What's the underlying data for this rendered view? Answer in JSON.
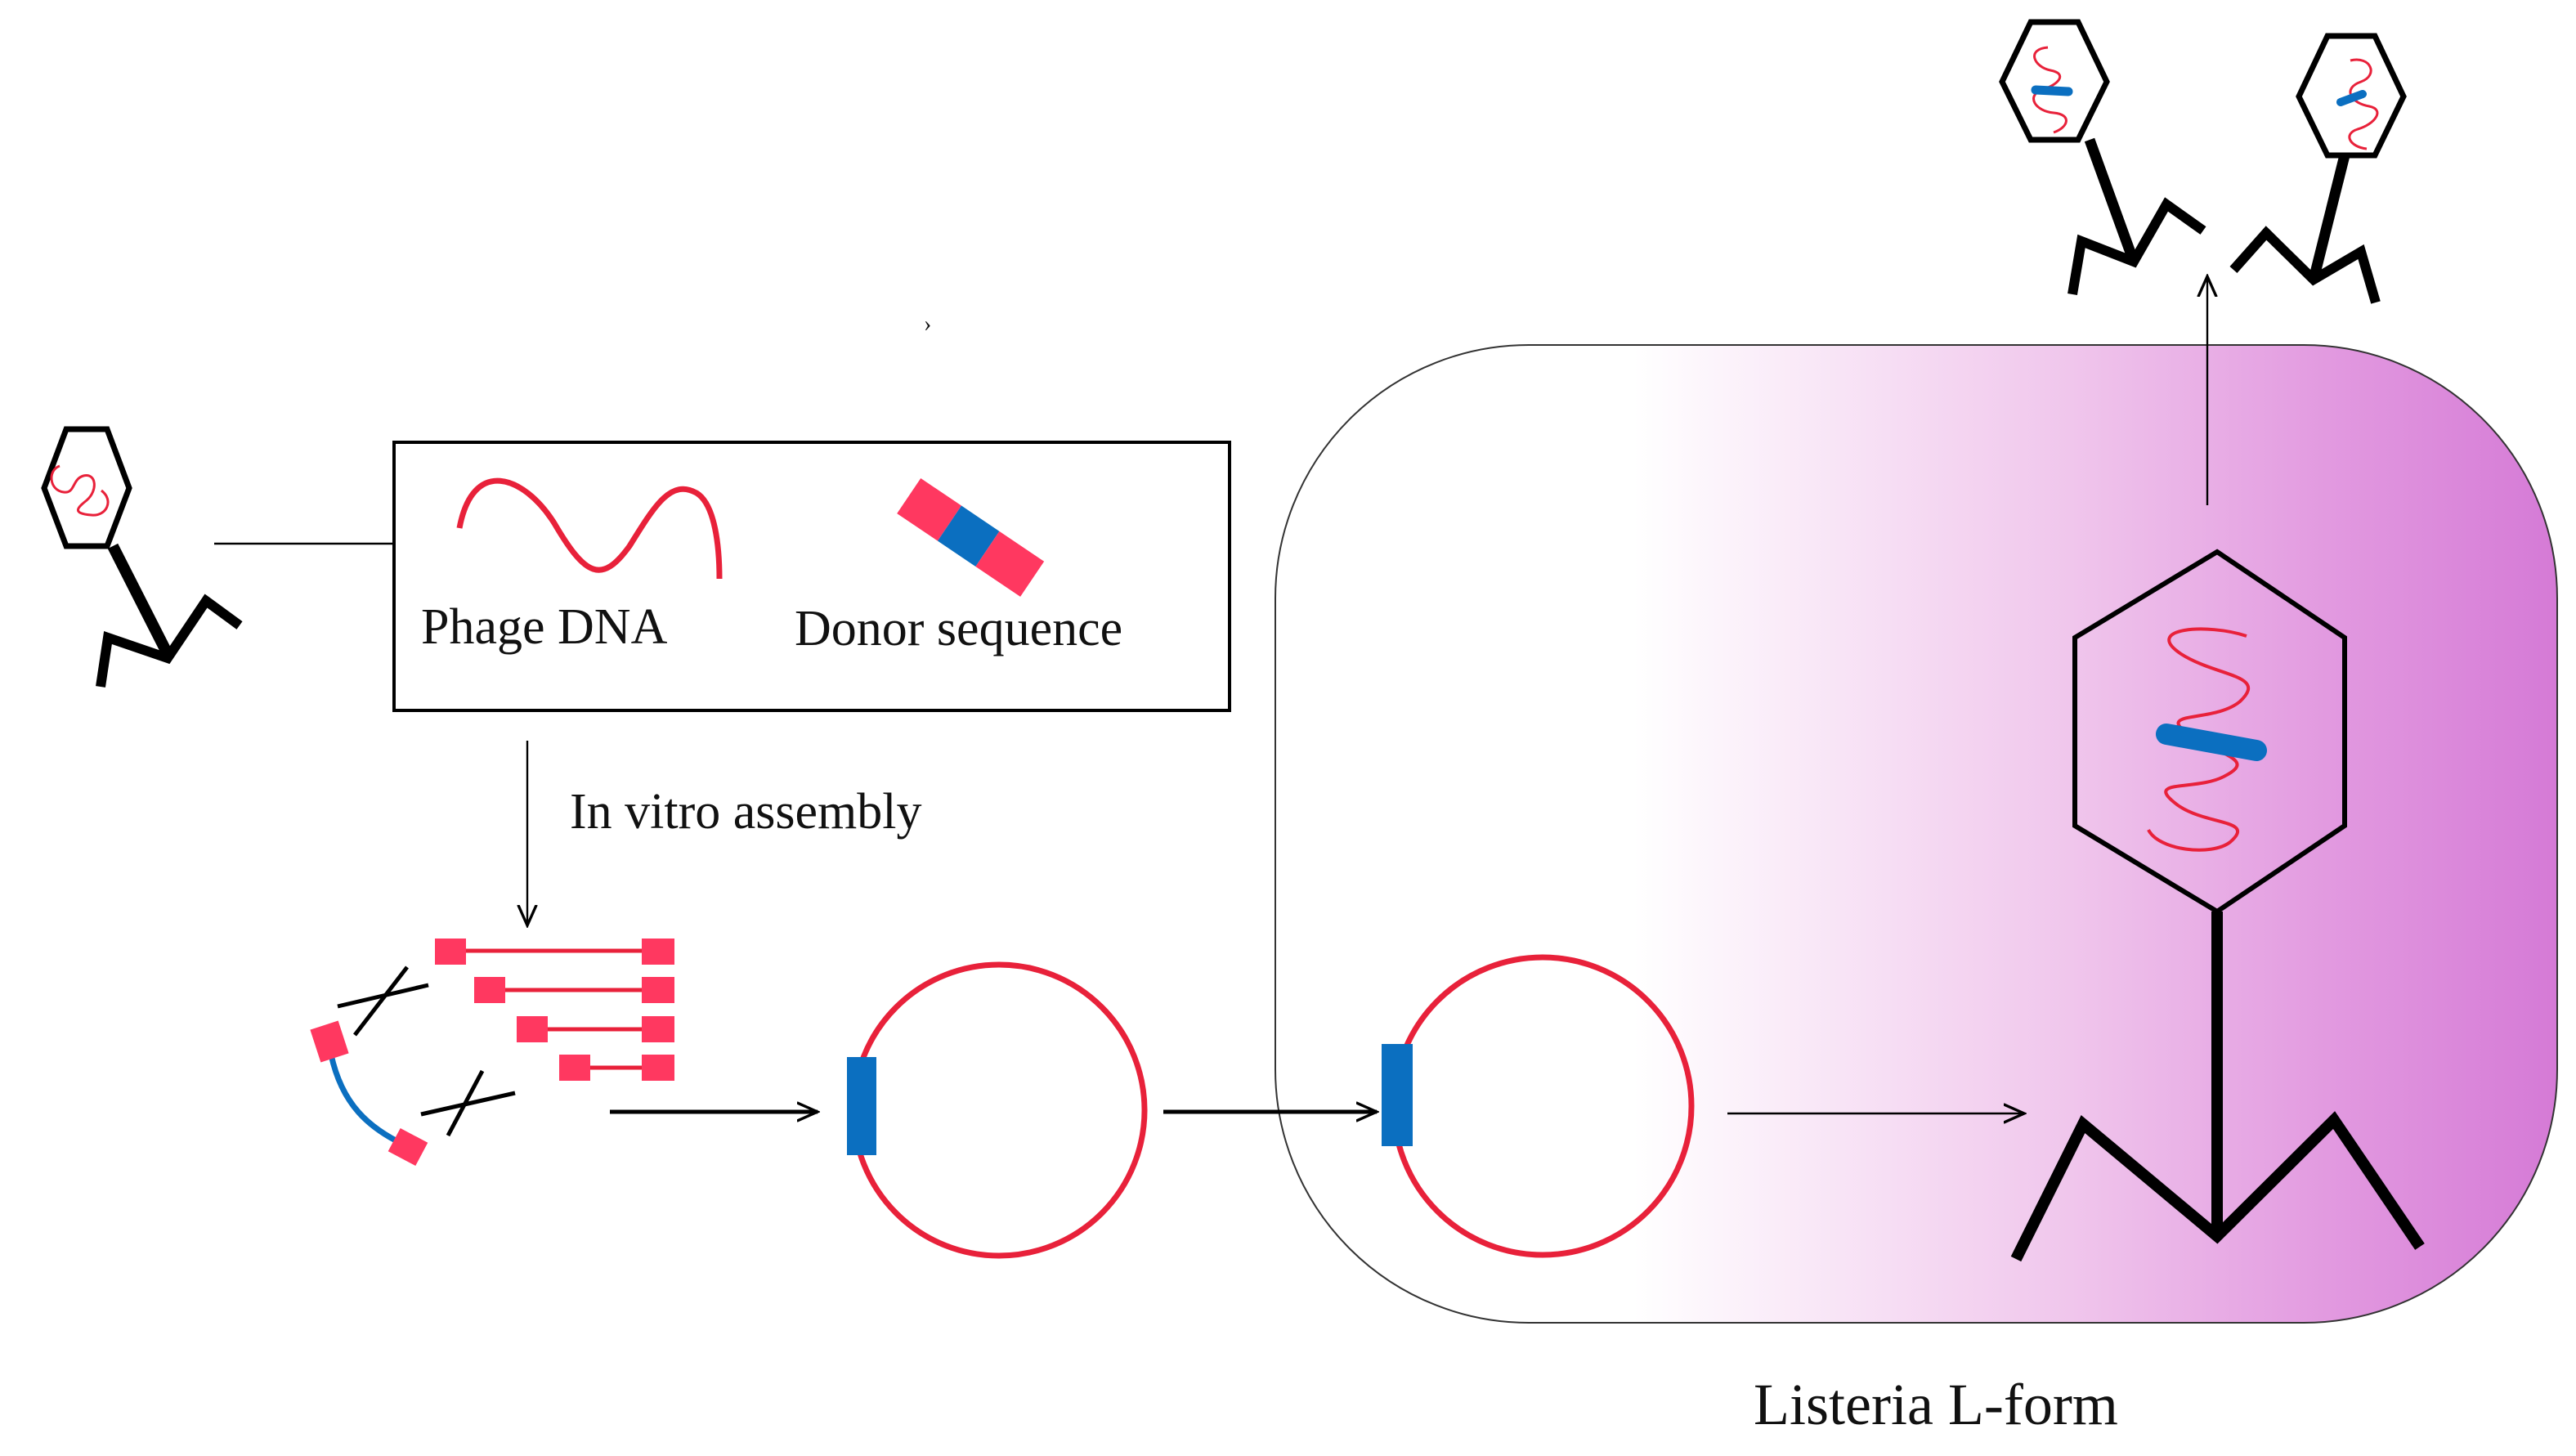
{
  "labels": {
    "phage_dna": "Phage DNA",
    "donor_sequence": "Donor sequence",
    "in_vitro_assembly": "In vitro assembly",
    "listeria_l_form": "Listeria L-form",
    "stray_mark": "›"
  },
  "colors": {
    "dna_red": "#e8213a",
    "fragment_pink": "#ff3860",
    "donor_blue": "#0b6fc0",
    "cell_gradient_start": "#ffffff",
    "cell_gradient_end": "#d57ad6",
    "stroke": "#000000"
  },
  "icons": [
    "phage-icon",
    "circular-genome-icon",
    "dna-fragment-icon",
    "crossover-icon"
  ]
}
